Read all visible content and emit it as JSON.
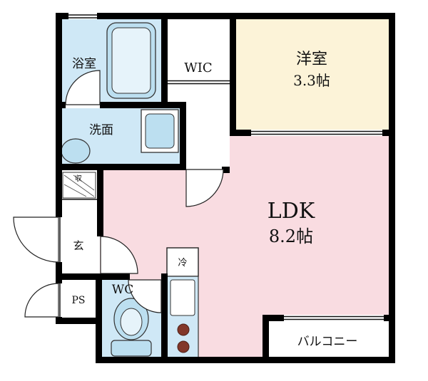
{
  "floorplan": {
    "rooms": {
      "bathroom": {
        "label": "浴室"
      },
      "wic": {
        "label": "WIC"
      },
      "western_room": {
        "label": "洋室",
        "size": "3.3帖"
      },
      "washroom": {
        "label": "洗面"
      },
      "ldk": {
        "label": "LDK",
        "size": "8.2帖"
      },
      "entrance": {
        "label": "玄"
      },
      "storage": {
        "label": "収"
      },
      "pipe_space": {
        "label": "PS"
      },
      "wc": {
        "label": "WC"
      },
      "refrigerator": {
        "label": "冷"
      },
      "balcony": {
        "label": "バルコニー"
      }
    },
    "colors": {
      "wall": "#000000",
      "room_pink": "#f9dce1",
      "room_blue": "#cfe8f6",
      "room_cream": "#fcf3d8",
      "fixture_blue": "#bcdff0",
      "fixture_inner": "#e6f3fa",
      "burner": "#82372a",
      "line": "#111111"
    }
  }
}
